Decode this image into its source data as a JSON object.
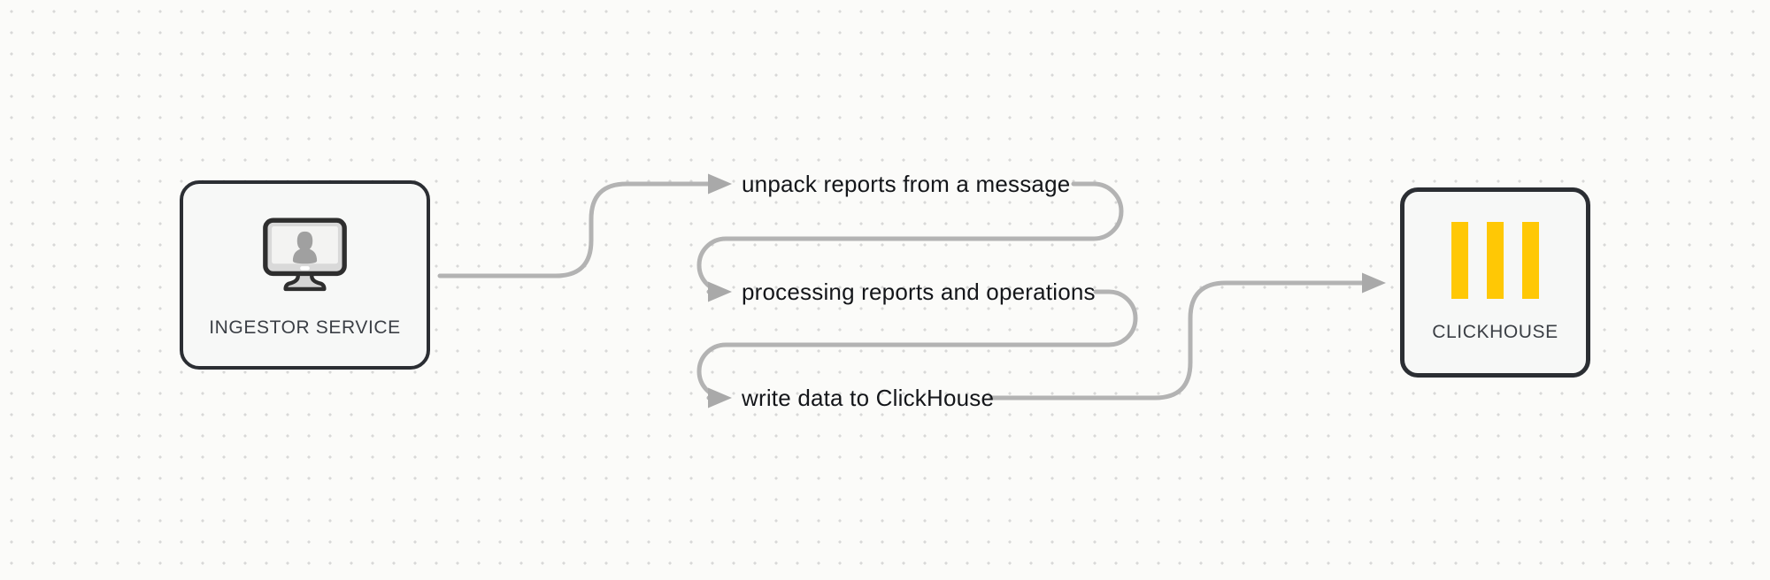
{
  "diagram": {
    "nodes": {
      "ingestor": {
        "label": "INGESTOR SERVICE",
        "icon": "monitor-user-icon"
      },
      "clickhouse": {
        "label": "CLICKHOUSE",
        "icon": "clickhouse-bars-icon"
      }
    },
    "steps": [
      {
        "label": "unpack reports from a message"
      },
      {
        "label": "processing reports and operations"
      },
      {
        "label": "write data to ClickHouse"
      }
    ],
    "colors": {
      "background": "#fbfbf9",
      "grid_dot": "#d8d8d8",
      "connector": "#b3b3b3",
      "arrowhead": "#a9a9a9",
      "node_border": "#2b2e33",
      "node_fill": "#f7f8f7",
      "node_label_text": "#3b3f45",
      "step_text": "#14161a",
      "clickhouse_yellow": "#ffc805",
      "monitor_body_gray": "#d9d9d9",
      "silhouette_gray": "#a0a0a0"
    }
  }
}
